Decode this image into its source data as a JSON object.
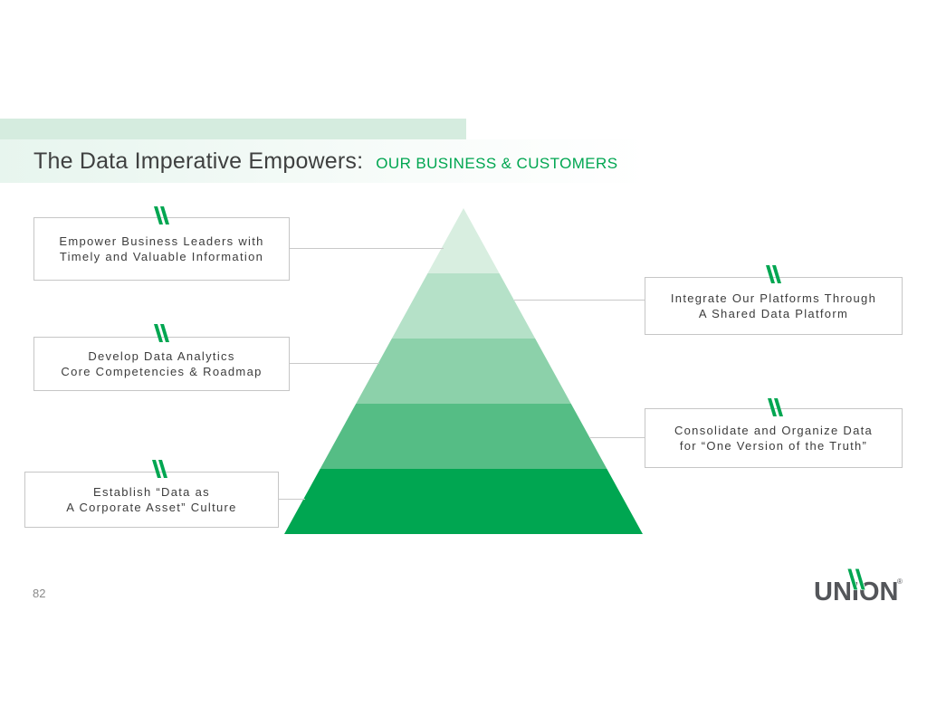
{
  "slide": {
    "title_main": "The Data Imperative Empowers:",
    "title_sub": "OUR BUSINESS & CUSTOMERS",
    "page_number": "82",
    "accent_color": "#00a651"
  },
  "callouts": {
    "left": [
      {
        "line1": "Empower Business Leaders with",
        "line2": "Timely and Valuable Information"
      },
      {
        "line1": "Develop Data Analytics",
        "line2": "Core Competencies & Roadmap"
      },
      {
        "line1": "Establish “Data as",
        "line2": "A Corporate Asset” Culture"
      }
    ],
    "right": [
      {
        "line1": "Integrate Our Platforms Through",
        "line2": "A Shared Data Platform"
      },
      {
        "line1": "Consolidate and Organize Data",
        "line2": "for “One Version of the Truth”"
      }
    ]
  },
  "pyramid": {
    "layer_colors": [
      "#d8eee0",
      "#b5e1c8",
      "#8cd1aa",
      "#55bd85",
      "#00a651"
    ]
  },
  "icons": {
    "callout_marker": "double-slash"
  },
  "logo": {
    "text": "UNION",
    "registered": "®"
  }
}
